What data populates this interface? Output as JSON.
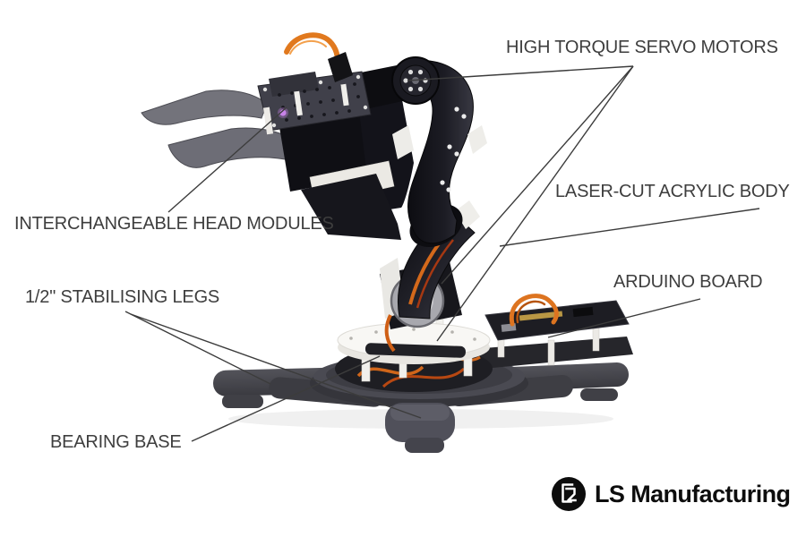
{
  "callouts": {
    "servo_motors": {
      "label": "HIGH TORQUE SERVO MOTORS"
    },
    "head_modules": {
      "label": "INTERCHANGEABLE HEAD MODULES"
    },
    "acrylic_body": {
      "label": "LASER-CUT ACRYLIC BODY"
    },
    "arduino_board": {
      "label": "ARDUINO BOARD"
    },
    "stabilising_legs": {
      "label": "1/2\" STABILISING LEGS"
    },
    "bearing_base": {
      "label": "BEARING BASE"
    }
  },
  "branding": {
    "name": "LS Manufacturing",
    "icon": "ls-monogram-icon"
  },
  "colors": {
    "background": "#ffffff",
    "label_text": "#3e3e3e",
    "leader_line": "#3c3c3c",
    "brand_text": "#0d0d0d",
    "wire_orange": "#dd7420",
    "acrylic_black": "#15151a",
    "acrylic_white": "#f1f0ec",
    "base_gray": "#45454b"
  }
}
